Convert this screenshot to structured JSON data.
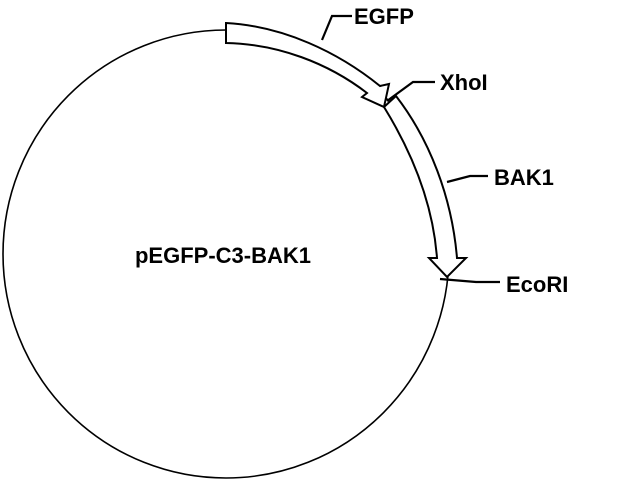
{
  "plasmid": {
    "name": "pEGFP-C3-BAK1"
  },
  "features": [
    {
      "id": "egfp",
      "label": "EGFP"
    },
    {
      "id": "bak1",
      "label": "BAK1"
    }
  ],
  "sites": [
    {
      "id": "xhoi",
      "label": "XhoI"
    },
    {
      "id": "ecori",
      "label": "EcoRI"
    }
  ],
  "colors": {
    "line": "#000000",
    "fill": "#ffffff"
  }
}
